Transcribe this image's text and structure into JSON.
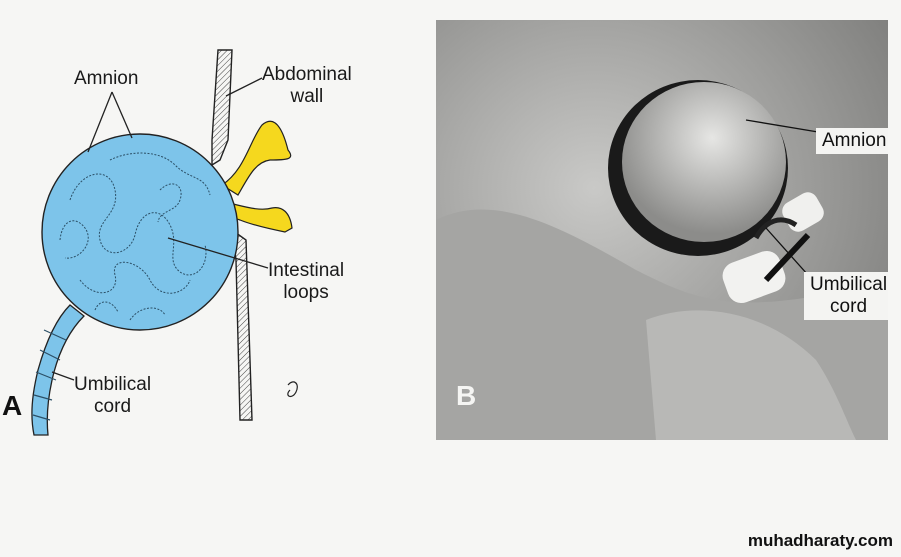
{
  "panel_a": {
    "letter": "A",
    "labels": {
      "amnion": "Amnion",
      "abdominal_wall": "Abdominal\nwall",
      "intestinal_loops": "Intestinal\nloops",
      "umbilical_cord": "Umbilical\ncord"
    },
    "colors": {
      "sac": "#7dc4ea",
      "cut_wall": "#f5d81e",
      "lines": "#222222"
    }
  },
  "panel_b": {
    "letter": "B",
    "labels": {
      "amnion": "Amnion",
      "umbilical_cord": "Umbilical\ncord"
    }
  },
  "watermark": "muhadharaty.com"
}
